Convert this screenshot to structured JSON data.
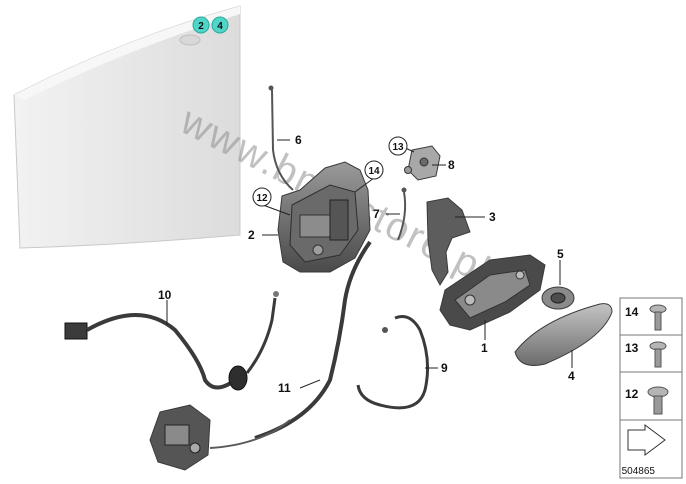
{
  "door_callouts": [
    "2",
    "4"
  ],
  "callouts": {
    "c1": "1",
    "c2": "2",
    "c3": "3",
    "c4": "4",
    "c5": "5",
    "c6": "6",
    "c7": "7",
    "c8": "8",
    "c9": "9",
    "c10": "10",
    "c11": "11",
    "c12": "12",
    "c13": "13",
    "c14": "14"
  },
  "fastener_legend": [
    {
      "number": "14"
    },
    {
      "number": "13"
    },
    {
      "number": "12"
    }
  ],
  "diagram_ref": "504865",
  "watermark": "www.bmwstore.pl",
  "colors": {
    "door_callout_fill": "#4fd6c8",
    "part_dark": "#3a3a3a",
    "part_mid": "#8a8a8a",
    "door_panel": "#e6e6e6"
  }
}
